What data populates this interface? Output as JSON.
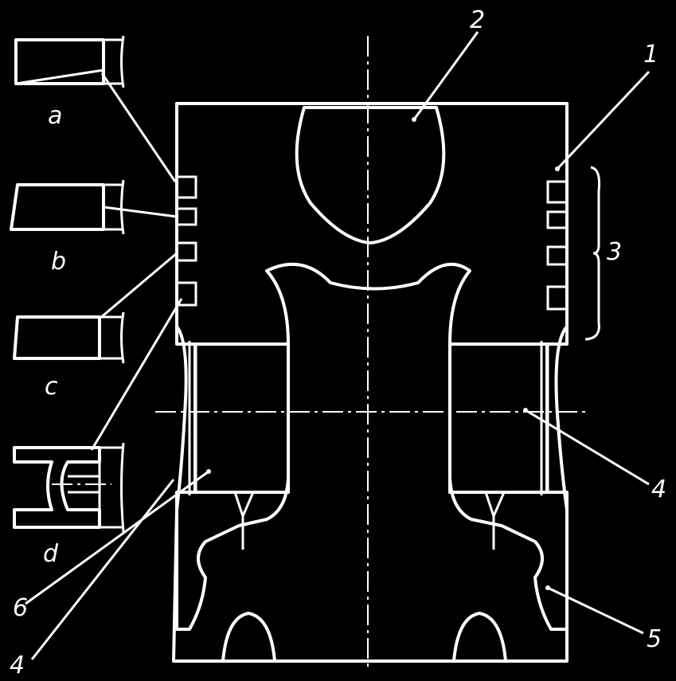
{
  "diagram": {
    "callouts": [
      "1",
      "2",
      "3",
      "4",
      "4",
      "5",
      "6"
    ],
    "ring_sections": [
      "a",
      "b",
      "c",
      "d"
    ]
  }
}
